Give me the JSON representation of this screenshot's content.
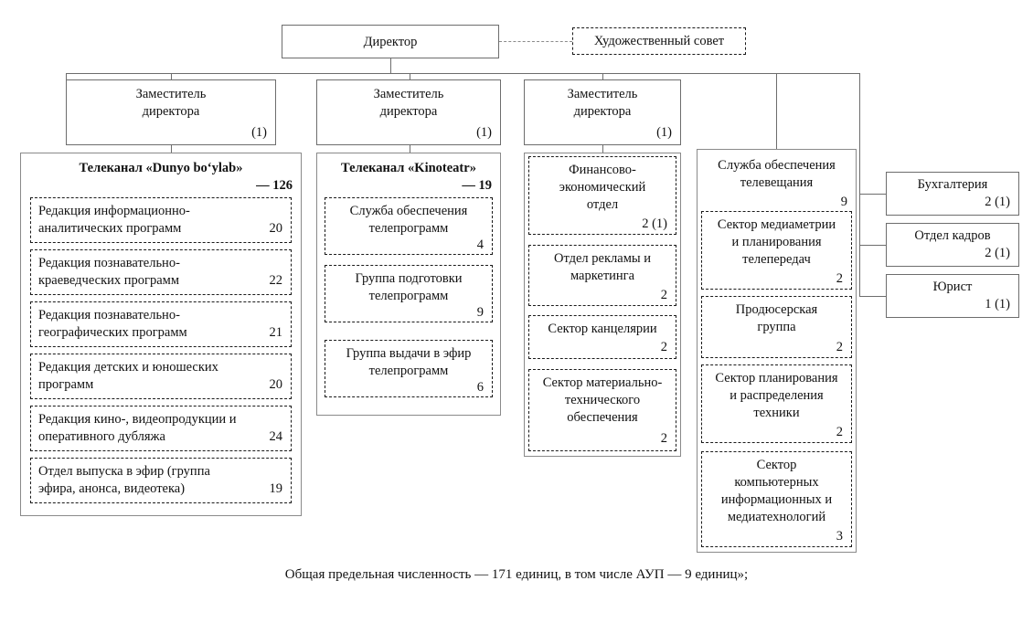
{
  "root": {
    "director": {
      "title": "Директор"
    },
    "advisory": {
      "title": "Художественный совет"
    }
  },
  "deputies": [
    {
      "line1": "Заместитель",
      "line2": "директора",
      "count": "(1)"
    },
    {
      "line1": "Заместитель",
      "line2": "директора",
      "count": "(1)"
    },
    {
      "line1": "Заместитель",
      "line2": "директора",
      "count": "(1)"
    }
  ],
  "columns": [
    {
      "header": "Телеканал «Dunyo bo‘ylab»",
      "header_count": "— 126",
      "items": [
        {
          "line1": "Редакция информационно-",
          "line2": "аналитических программ",
          "count": "20"
        },
        {
          "line1": "Редакция познавательно-",
          "line2": "краеведческих программ",
          "count": "22"
        },
        {
          "line1": "Редакция познавательно-",
          "line2": "географических программ",
          "count": "21"
        },
        {
          "line1": "Редакция детских и юношеских",
          "line2": "программ",
          "count": "20"
        },
        {
          "line1": "Редакция кино-, видеопродукции и",
          "line2": "оперативного дубляжа",
          "count": "24"
        },
        {
          "line1": "Отдел выпуска в эфир (группа",
          "line2": "эфира, анонса, видеотека)",
          "count": "19"
        }
      ]
    },
    {
      "header": "Телеканал «Kinoteatr»",
      "header_count": "— 19",
      "items": [
        {
          "line1": "Служба обеспечения",
          "line2": "телепрограмм",
          "count": "4"
        },
        {
          "line1": "Группа подготовки",
          "line2": "телепрограмм",
          "count": "9"
        },
        {
          "line1": "Группа выдачи в эфир",
          "line2": "телепрограмм",
          "count": "6"
        }
      ]
    },
    {
      "header": "",
      "header_count": "",
      "items": [
        {
          "line1": "Финансово-",
          "line2": "экономический",
          "line3": "отдел",
          "count": "2 (1)"
        },
        {
          "line1": "Отдел рекламы и",
          "line2": "маркетинга",
          "count": "2"
        },
        {
          "line1": "Сектор канцелярии",
          "line2": "",
          "count": "2"
        },
        {
          "line1": "Сектор материально-",
          "line2": "технического",
          "line3": "обеспечения",
          "count": "2"
        }
      ]
    },
    {
      "header_line1": "Служба обеспечения",
      "header_line2": "телевещания",
      "header_count": "9",
      "items": [
        {
          "line1": "Сектор медиаметрии",
          "line2": "и планирования",
          "line3": "телепередач",
          "count": "2"
        },
        {
          "line1": "Продюсерская",
          "line2": "группа",
          "count": "2"
        },
        {
          "line1": "Сектор планирования",
          "line2": "и распределения",
          "line3": "техники",
          "count": "2"
        },
        {
          "line1": "Сектор",
          "line2": "компьютерных",
          "line3": "информационных и",
          "line4": "медиатехнологий",
          "count": "3"
        }
      ]
    }
  ],
  "side_units": [
    {
      "title": "Бухгалтерия",
      "count": "2 (1)"
    },
    {
      "title": "Отдел кадров",
      "count": "2 (1)"
    },
    {
      "title": "Юрист",
      "count": "1 (1)"
    }
  ],
  "footer": {
    "text": "Общая предельная численность — 171 единиц, в том числе АУП — 9 единиц»;"
  },
  "colors": {
    "line": "#6d6d6d",
    "dashed": "#1a1a1a",
    "text": "#111111",
    "background": "#ffffff"
  }
}
